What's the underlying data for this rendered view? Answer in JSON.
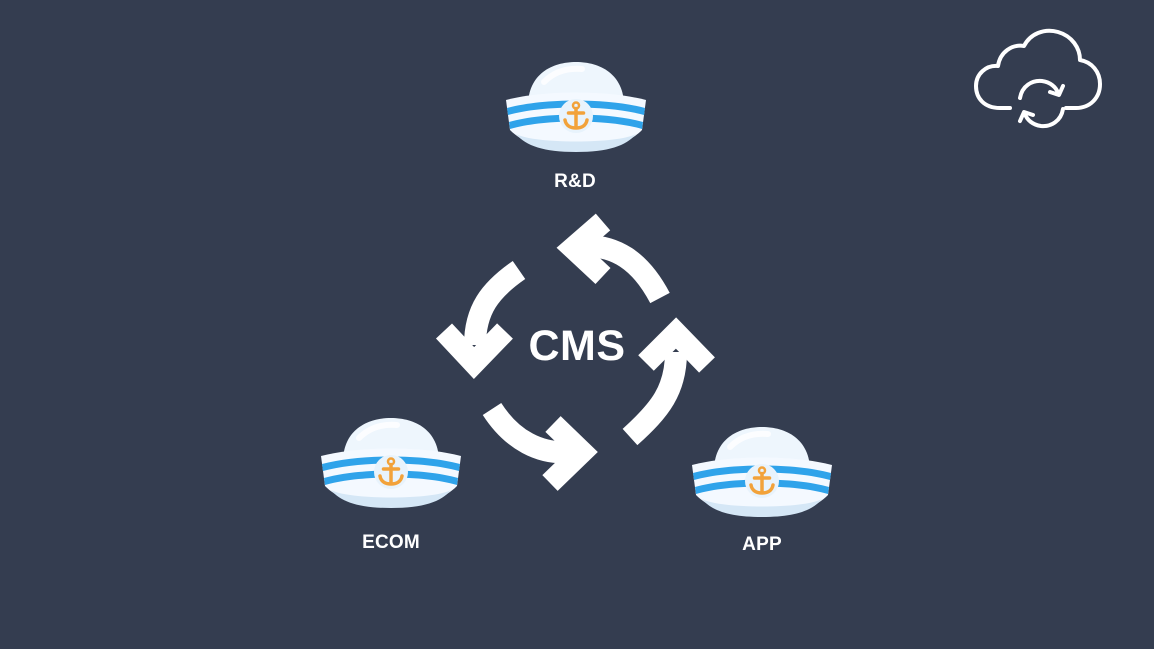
{
  "center": {
    "label": "CMS"
  },
  "nodes": [
    {
      "label": "R&D",
      "icon": "sailor-hat-icon"
    },
    {
      "label": "ECOM",
      "icon": "sailor-hat-icon"
    },
    {
      "label": "APP",
      "icon": "sailor-hat-icon"
    }
  ],
  "corner_icon": "cloud-sync-icon",
  "colors": {
    "background": "#343d50",
    "foreground": "#ffffff",
    "hat_stripe": "#2fa3ea",
    "anchor": "#f2a23a"
  }
}
